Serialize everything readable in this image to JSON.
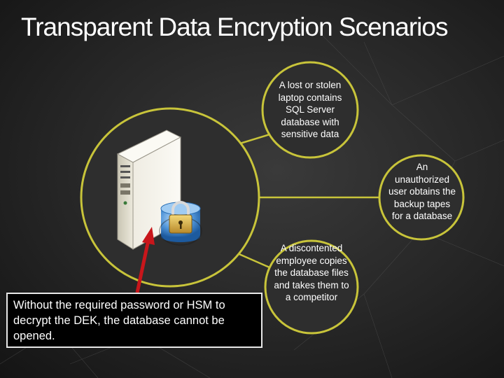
{
  "title": "Transparent Data Encryption Scenarios",
  "scenarios": [
    {
      "text": "A lost or stolen laptop contains SQL Server database with sensitive data"
    },
    {
      "text": "An unauthorized user obtains the backup tapes for a database"
    },
    {
      "text": "A discontented employee copies the database files and takes them to a competitor"
    }
  ],
  "callout": "Without the required password or HSM to decrypt the DEK, the database cannot be opened.",
  "colors": {
    "circle_fill": "#2e2e2e",
    "circle_stroke": "#c8c43a",
    "arrow": "#c8161b",
    "callout_bg": "#000000"
  },
  "icons": [
    "server-icon",
    "database-lock-icon",
    "padlock-icon"
  ]
}
